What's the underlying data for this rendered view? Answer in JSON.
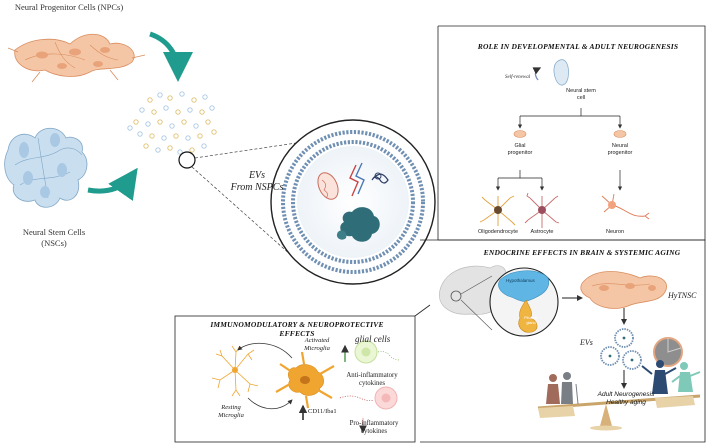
{
  "labels": {
    "npc": "Neural Progenitor Cells (NPCs)",
    "nsc_line1": "Neural Stem Cells",
    "nsc_line2": "(NSCs)",
    "evs_line1": "EVs",
    "evs_line2": "From NSPCs"
  },
  "neurogenesis": {
    "title": "ROLE IN DEVELOPMENTAL & ADULT NEUROGENESIS",
    "self_renewal": "Self-renewal",
    "nsc_line1": "Neural stem",
    "nsc_line2": "cell",
    "glial_line1": "Glial",
    "glial_line2": "progenitor",
    "neural_line1": "Neural",
    "neural_line2": "progenitor",
    "oligo": "Oligodendrocyte",
    "astro": "Astrocyte",
    "neuron": "Neuron"
  },
  "endocrine": {
    "title": "ENDOCRINE EFFECTS IN BRAIN & SYSTEMIC AGING",
    "hypothalamus": "Hypothalamus",
    "pituitary_line1": "Pituitary",
    "pituitary_line2": "gland",
    "htnsc": "HyTNSC",
    "evs": "EVs",
    "adult_neuro": "Adult Neurogenesis",
    "healthy": "Healthy aging"
  },
  "immuno": {
    "title_line1": "IMMUNOMODULATORY & NEUROPROTECTIVE",
    "title_line2": "EFFECTS",
    "activated_line1": "Activated",
    "activated_line2": "Microglia",
    "resting_line1": "Resting",
    "resting_line2": "Microglia",
    "cd11": "CD11/Iba1",
    "glial": "glial cells",
    "anti_line1": "Anti-inflammatory",
    "anti_line2": "cytokines",
    "pro_line1": "Pro-inflammatory",
    "pro_line2": "cytokines"
  },
  "colors": {
    "npc_fill": "#f5c6a5",
    "npc_stroke": "#d98d5f",
    "nsc_fill": "#c9dff0",
    "nsc_stroke": "#7fa6c6",
    "arrow_teal": "#1f9c8e",
    "membrane": "#6f8fb3",
    "microglia": "#f0a531"
  }
}
